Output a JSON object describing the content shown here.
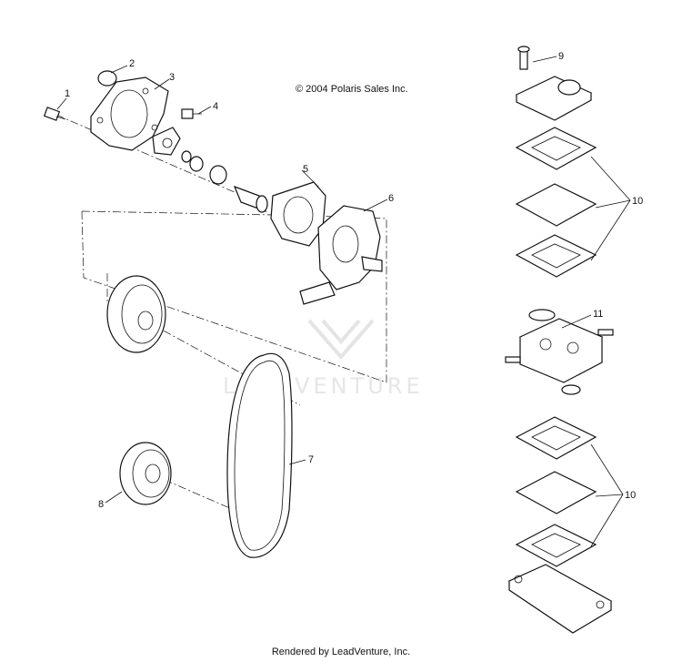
{
  "copyright": "© 2004 Polaris Sales Inc.",
  "footer": "Rendered by LeadVenture, Inc.",
  "watermark": "LEADVENTURE",
  "callouts": {
    "c1": "1",
    "c2": "2",
    "c3": "3",
    "c4": "4",
    "c5": "5",
    "c6": "6",
    "c7": "7",
    "c8": "8",
    "c9": "9",
    "c10a": "10",
    "c10b": "10",
    "c11": "11"
  }
}
